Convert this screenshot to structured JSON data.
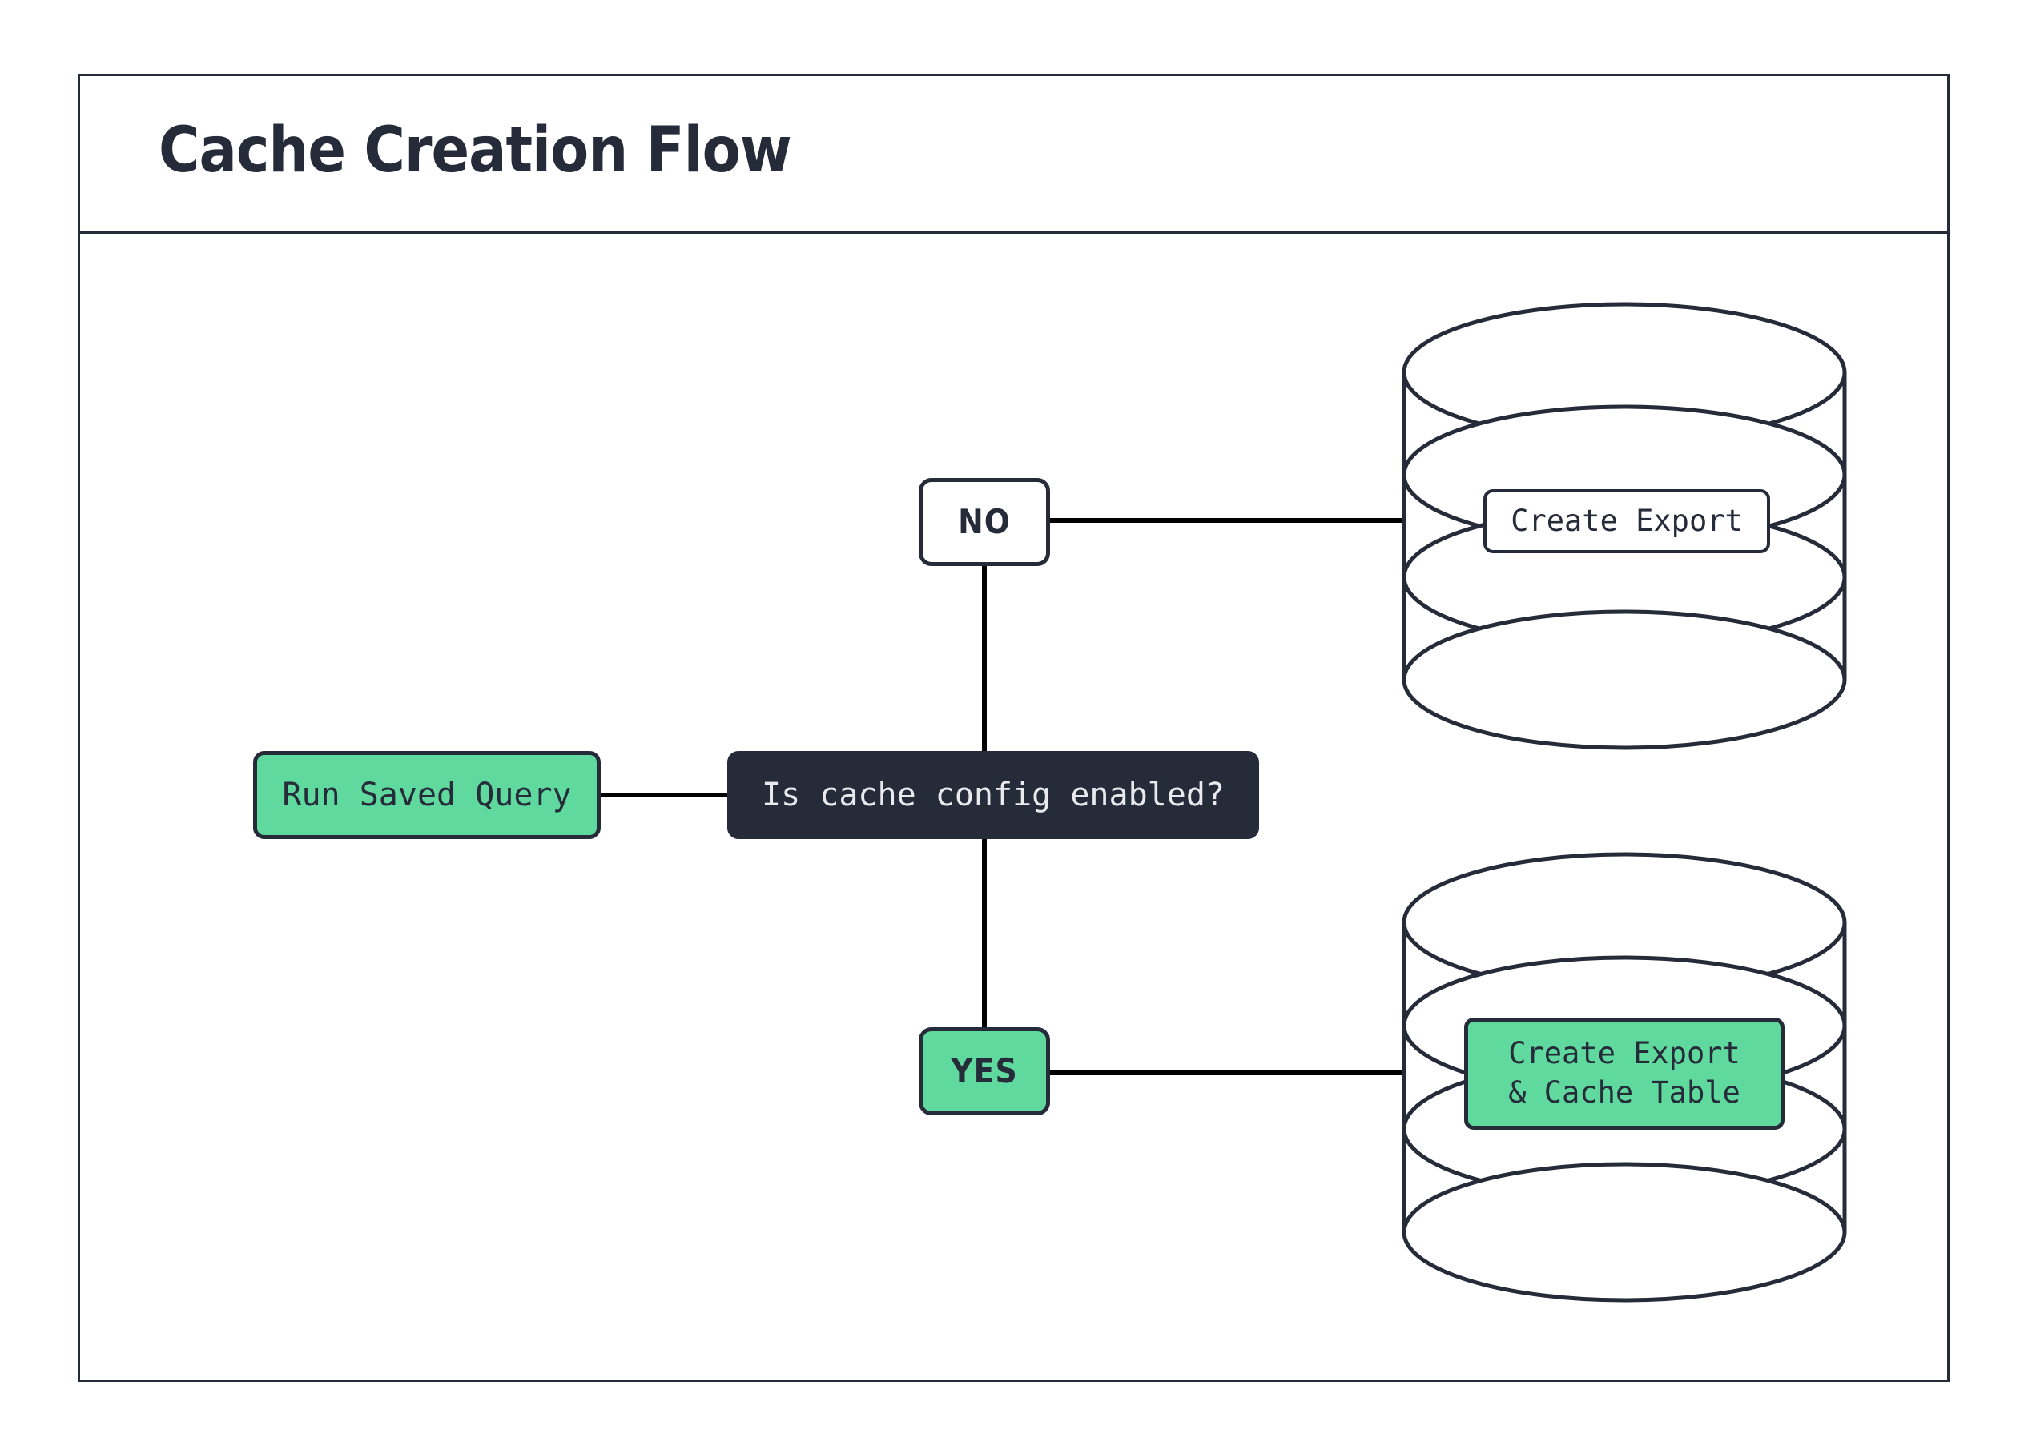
{
  "diagram": {
    "title": "Cache Creation Flow",
    "type": "flowchart",
    "colors": {
      "ink": "#262B3A",
      "accent_green": "#5FD99E",
      "node_dark_bg": "#262B3A",
      "node_dark_text": "#E8EAEE",
      "edge": "#000000",
      "canvas": "#ffffff"
    },
    "nodes": [
      {
        "id": "run-saved-query",
        "label": "Run Saved Query",
        "shape": "rounded-rect",
        "style": "green"
      },
      {
        "id": "decision",
        "label": "Is cache config enabled?",
        "shape": "rounded-rect",
        "style": "dark"
      },
      {
        "id": "no",
        "label": "NO",
        "shape": "rounded-rect",
        "style": "white"
      },
      {
        "id": "yes",
        "label": "YES",
        "shape": "rounded-rect",
        "style": "green"
      },
      {
        "id": "create-export",
        "label": "Create Export",
        "shape": "database-cylinder",
        "style": "white"
      },
      {
        "id": "create-export-cache",
        "label": "Create Export\n& Cache Table",
        "label_line1": "Create Export",
        "label_line2": "& Cache Table",
        "shape": "database-cylinder",
        "style": "green"
      }
    ],
    "edges": [
      {
        "from": "run-saved-query",
        "to": "decision",
        "label": ""
      },
      {
        "from": "decision",
        "to": "no",
        "label": ""
      },
      {
        "from": "no",
        "to": "create-export",
        "label": ""
      },
      {
        "from": "decision",
        "to": "yes",
        "label": ""
      },
      {
        "from": "yes",
        "to": "create-export-cache",
        "label": ""
      }
    ]
  }
}
